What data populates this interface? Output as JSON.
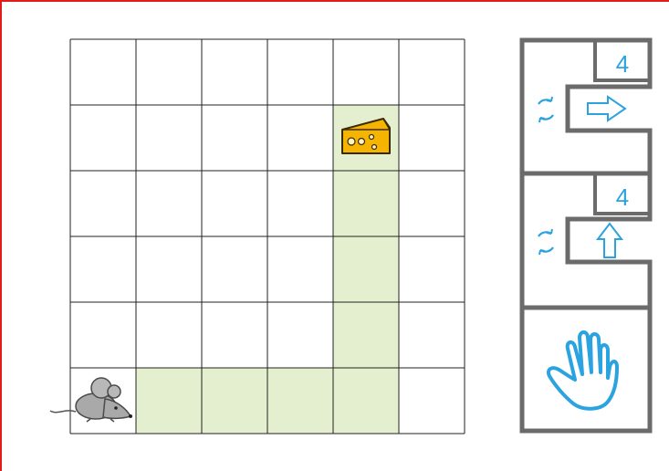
{
  "board": {
    "columns": 6,
    "rows": 6,
    "path_color": "#e4efcf",
    "grid_color": "#222222",
    "path_cells": [
      [
        1,
        5
      ],
      [
        2,
        5
      ],
      [
        3,
        5
      ],
      [
        4,
        5
      ],
      [
        4,
        4
      ],
      [
        4,
        3
      ],
      [
        4,
        2
      ],
      [
        4,
        1
      ]
    ],
    "mouse": {
      "col": 0,
      "row": 5,
      "icon": "mouse-icon"
    },
    "cheese": {
      "col": 4,
      "row": 1,
      "icon": "cheese-icon"
    }
  },
  "program": {
    "frame_color": "#6b6b6b",
    "accent_color": "#2aa3e0",
    "loops": [
      {
        "repeat": "4",
        "command_icon": "arrow-right-icon",
        "loop_icon": "repeat-icon"
      },
      {
        "repeat": "4",
        "command_icon": "arrow-up-icon",
        "loop_icon": "repeat-icon"
      }
    ],
    "stop_icon": "hand-stop-icon"
  }
}
